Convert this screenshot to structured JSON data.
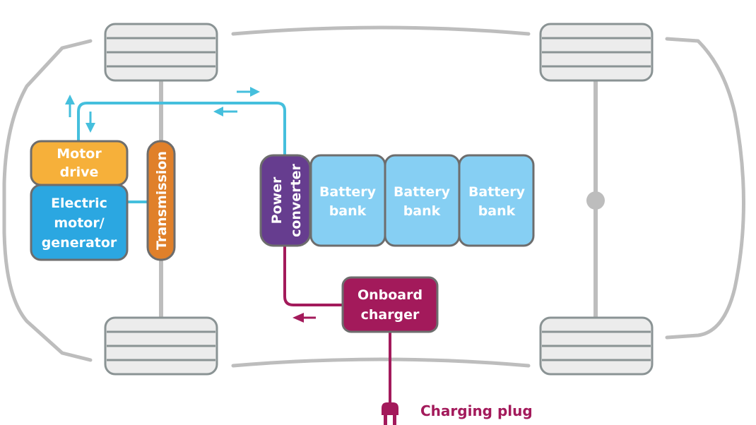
{
  "title": "Electric vehicle powertrain diagram",
  "colors": {
    "body_outline": "#bdbdbd",
    "wheel_fill": "#ececec",
    "wheel_stroke": "#8a9394",
    "box_stroke": "#6d6d6d",
    "motor_drive": "#f6b03a",
    "electric_motor": "#2ba7e1",
    "transmission": "#e0802a",
    "power_converter": "#663d8f",
    "battery_bank": "#86cff3",
    "onboard_charger": "#a31a5b",
    "dc_flow": "#45bfdd",
    "ac_flow": "#a31a5b",
    "label_text": "#ffffff"
  },
  "components": {
    "motor_drive": {
      "lines": [
        "Motor",
        "drive"
      ]
    },
    "electric_motor": {
      "lines": [
        "Electric",
        "motor/",
        "generator"
      ]
    },
    "transmission": {
      "label": "Transmission"
    },
    "power_converter": {
      "lines": [
        "Power",
        "converter"
      ]
    },
    "battery_banks": [
      {
        "lines": [
          "Battery",
          "bank"
        ]
      },
      {
        "lines": [
          "Battery",
          "bank"
        ]
      },
      {
        "lines": [
          "Battery",
          "bank"
        ]
      }
    ],
    "onboard_charger": {
      "lines": [
        "Onboard",
        "charger"
      ]
    },
    "charging_plug": {
      "label": "Charging plug"
    }
  },
  "wheels": [
    "front-left",
    "rear-left",
    "front-right",
    "rear-right"
  ]
}
